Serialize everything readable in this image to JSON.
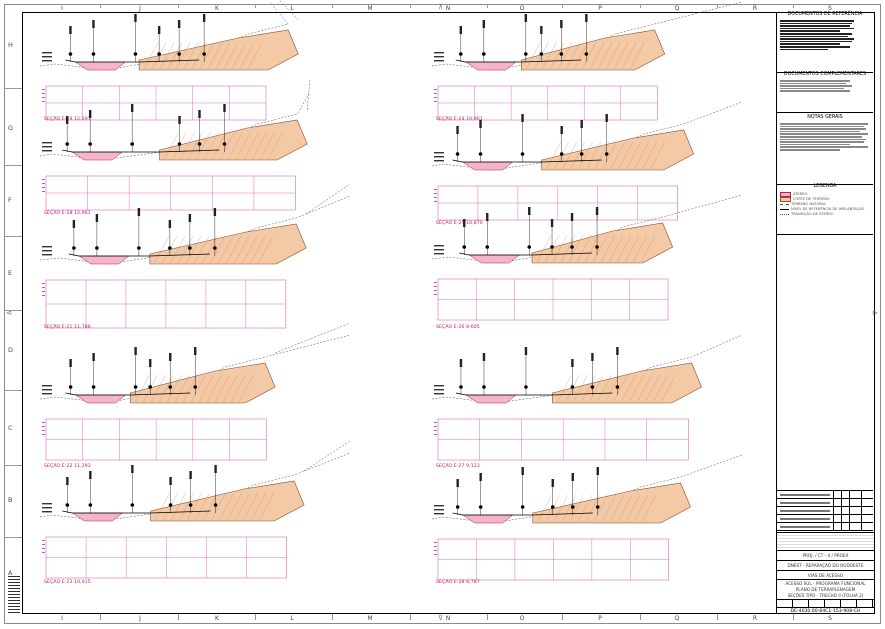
{
  "grid": {
    "columns": [
      "I",
      "J",
      "K",
      "L",
      "M",
      "N",
      "O",
      "P",
      "Q",
      "R",
      "S"
    ],
    "rows": [
      "H",
      "G",
      "F",
      "E",
      "D",
      "C",
      "B",
      "A"
    ]
  },
  "sections": [
    {
      "id": "s1",
      "title": "SEÇÃO E-19 12,597"
    },
    {
      "id": "s2",
      "title": "SEÇÃO E-24 10,961"
    },
    {
      "id": "s3",
      "title": "SEÇÃO E-28 12,961"
    },
    {
      "id": "s4",
      "title": "SEÇÃO E-25 10,870"
    },
    {
      "id": "s5",
      "title": "SEÇÃO E-21 11,786"
    },
    {
      "id": "s6",
      "title": "SEÇÃO E-26 8,605"
    },
    {
      "id": "s7",
      "title": "SEÇÃO E-22 11,293"
    },
    {
      "id": "s8",
      "title": "SEÇÃO E-27 9,123"
    },
    {
      "id": "s9",
      "title": "SEÇÃO E-23 10,915"
    },
    {
      "id": "s10",
      "title": "SEÇÃO E-28 8,787"
    }
  ],
  "right_panel": {
    "ref_docs_title": "DOCUMENTOS DE REFERÊNCIA",
    "comp_docs_title": "DOCUMENTOS COMPLEMENTARES",
    "notes_title": "NOTAS GERAIS",
    "legend_title": "LEGENDA",
    "legend_items": [
      "ATERRO",
      "CORTE DE TERRENO",
      "TERRENO NATURAL",
      "NÍVEL DE REFERÊNCIA DE IMPLANTAÇÃO",
      "TRANSIÇÃO DE ATERRO"
    ],
    "title_block": {
      "row1": "PROJ. / CT - 4 / PROEX",
      "row2": "DNEST - REPARAÇÃO DO RODOESTE",
      "row3": "VIAS DE ACESSO",
      "row4a": "ACESSO SUL - PROGRAMA FUNCIONAL",
      "row4b": "PLANO DE TERRAPLENAGEM",
      "row4c": "SEÇÕES TIPO - TRECHO II (FOLHA 2)",
      "drawing_number": "DE-4030.00-84C1-153-908-CH"
    }
  },
  "colors": {
    "fill_cut": "#f3c9a6",
    "fill_fill": "#f2b6c6",
    "section_title": "#c2185b",
    "grid_magenta": "#d04fb0",
    "frame": "#000000"
  }
}
